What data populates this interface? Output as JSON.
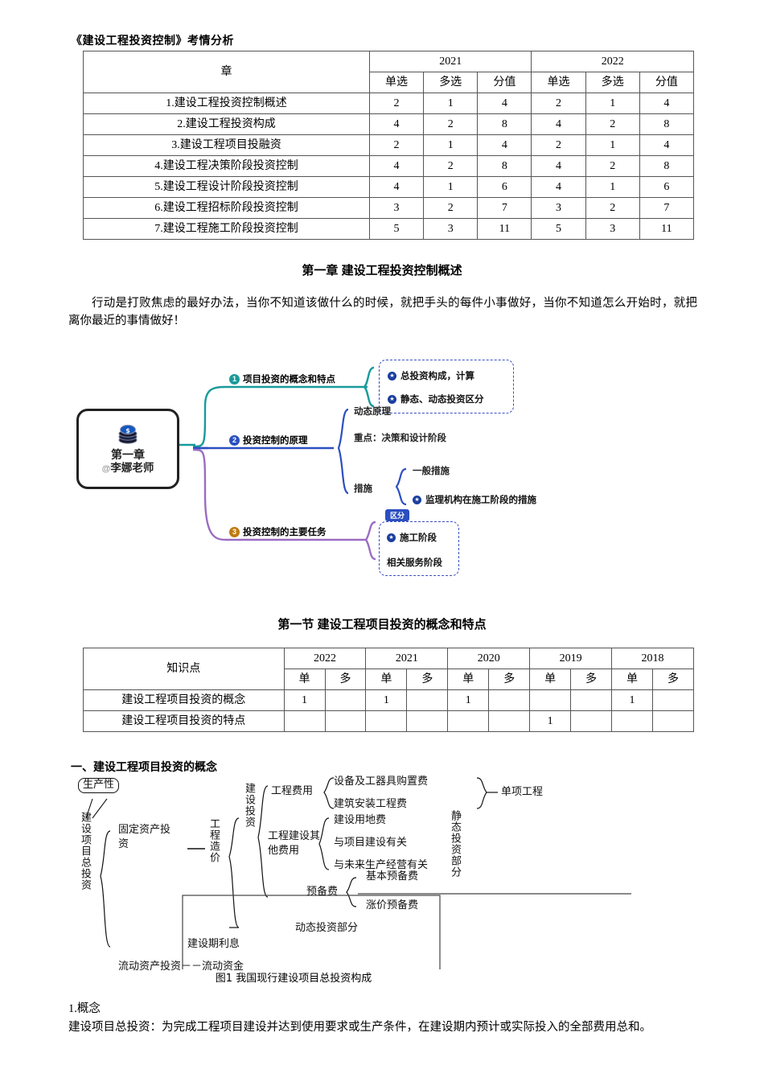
{
  "document": {
    "title": "《建设工程投资控制》考情分析"
  },
  "exam_table": {
    "col_chapter": "章",
    "years": [
      "2021",
      "2022"
    ],
    "sub_headers": [
      "单选",
      "多选",
      "分值"
    ],
    "rows": [
      {
        "chapter": "1.建设工程投资控制概述",
        "values": [
          "2",
          "1",
          "4",
          "2",
          "1",
          "4"
        ]
      },
      {
        "chapter": "2.建设工程投资构成",
        "values": [
          "4",
          "2",
          "8",
          "4",
          "2",
          "8"
        ]
      },
      {
        "chapter": "3.建设工程项目投融资",
        "values": [
          "2",
          "1",
          "4",
          "2",
          "1",
          "4"
        ]
      },
      {
        "chapter": "4.建设工程决策阶段投资控制",
        "values": [
          "4",
          "2",
          "8",
          "4",
          "2",
          "8"
        ]
      },
      {
        "chapter": "5.建设工程设计阶段投资控制",
        "values": [
          "4",
          "1",
          "6",
          "4",
          "1",
          "6"
        ]
      },
      {
        "chapter": "6.建设工程招标阶段投资控制",
        "values": [
          "3",
          "2",
          "7",
          "3",
          "2",
          "7"
        ]
      },
      {
        "chapter": "7.建设工程施工阶段投资控制",
        "values": [
          "5",
          "3",
          "11",
          "5",
          "3",
          "11"
        ]
      }
    ]
  },
  "chapter_heading": "第一章    建设工程投资控制概述",
  "intro_paragraph": "行动是打败焦虑的最好办法，当你不知道该做什么的时候，就把手头的每件小事做好，当你不知道怎么开始时，就把离你最近的事情做好！",
  "mindmap": {
    "center": {
      "title": "第一章",
      "author_prefix": "@",
      "author": "李娜老师",
      "icon": "coin-stack-icon"
    },
    "branches": [
      {
        "number": "①",
        "label": "项目投资的概念和特点",
        "color": "#1a9a9a",
        "leaves": [
          "总投资构成，计算",
          "静态、动态投资区分"
        ],
        "boxed": true
      },
      {
        "number": "②",
        "label": "投资控制的原理",
        "color": "#2b4fc0",
        "leaves": [
          "动态原理",
          "重点：决策和设计阶段",
          "措施"
        ],
        "sub_label": "措施",
        "sub_leaves": [
          "一般措施",
          "监理机构在施工阶段的措施"
        ],
        "boxed": false
      },
      {
        "number": "③",
        "label": "投资控制的主要任务",
        "color": "#c07a10",
        "badge": "区分",
        "leaves": [
          "施工阶段",
          "相关服务阶段"
        ],
        "boxed": true
      }
    ]
  },
  "section_heading": "第一节    建设工程项目投资的概念和特点",
  "kp_table": {
    "col_label": "知识点",
    "years": [
      "2022",
      "2021",
      "2020",
      "2019",
      "2018"
    ],
    "sub_headers": [
      "单",
      "多"
    ],
    "rows": [
      {
        "label": "建设工程项目投资的概念",
        "values": [
          "1",
          "",
          "1",
          "",
          "1",
          "",
          "",
          "",
          "1",
          ""
        ]
      },
      {
        "label": "建设工程项目投资的特点",
        "values": [
          "",
          "",
          "",
          "",
          "",
          "",
          "1",
          "",
          "",
          ""
        ]
      }
    ]
  },
  "sub_heading": "一、建设工程项目投资的概念",
  "tree_figure": {
    "caption": "图1  我国现行建设项目总投资构成",
    "root": "建设项目总投资",
    "tag": "生产性",
    "nodes": {
      "fixed_asset": "固定资产投资",
      "project_cost": "工程造价",
      "construction_investment": "建设投资",
      "engineering_fee": "工程费用",
      "equipment_fee": "设备及工器具购置费",
      "construction_install_fee": "建筑安装工程费",
      "single_project": "单项工程",
      "other_fee": "工程建设其他费用",
      "land_fee": "建设用地费",
      "related_project": "与项目建设有关",
      "related_future": "与未来生产经营有关",
      "reserve_fee": "预备费",
      "basic_reserve": "基本预备费",
      "price_reserve": "涨价预备费",
      "construction_interest": "建设期利息",
      "current_asset": "流动资产投资－－流动资金",
      "static_part": "静态投资部分",
      "dynamic_part": "动态投资部分"
    }
  },
  "bottom_text": {
    "line1": "1.概念",
    "line2": "建设项目总投资：为完成工程项目建设并达到使用要求或生产条件，在建设期内预计或实际投入的全部费用总和。"
  }
}
